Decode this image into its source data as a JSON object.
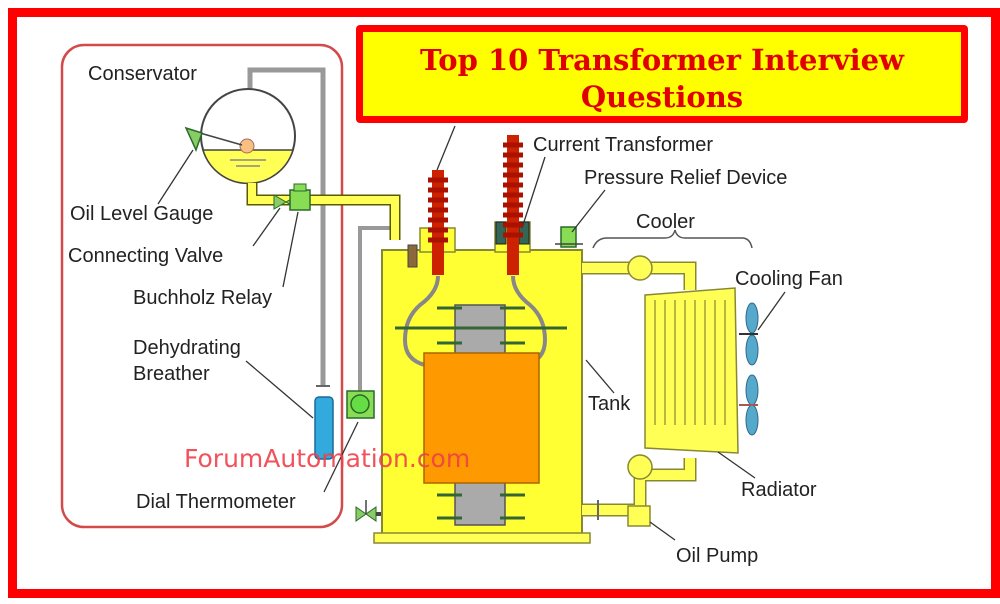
{
  "title": {
    "line1": "Top 10 Transformer Interview",
    "line2": "Questions"
  },
  "watermark": "ForumAutomation.com",
  "labels": {
    "conservator": "Conservator",
    "oil_level_gauge": "Oil Level Gauge",
    "connecting_valve": "Connecting Valve",
    "buchholz_relay": "Buchholz Relay",
    "dehydrating_breather_1": "Dehydrating",
    "dehydrating_breather_2": "Breather",
    "dial_thermometer": "Dial Thermometer",
    "current_transformer": "Current Transformer",
    "pressure_relief_device": "Pressure Relief Device",
    "cooler": "Cooler",
    "cooling_fan": "Cooling Fan",
    "tank": "Tank",
    "radiator": "Radiator",
    "oil_pump": "Oil Pump"
  },
  "colors": {
    "frame": "#ff0000",
    "title_bg": "#ffff00",
    "title_text": "#e00000",
    "oil": "#ffff33",
    "core": "#ff9900",
    "bushing": "#cc2200",
    "green_parts": "#88dd55",
    "breather": "#33aadd",
    "fan": "#55aacc"
  }
}
